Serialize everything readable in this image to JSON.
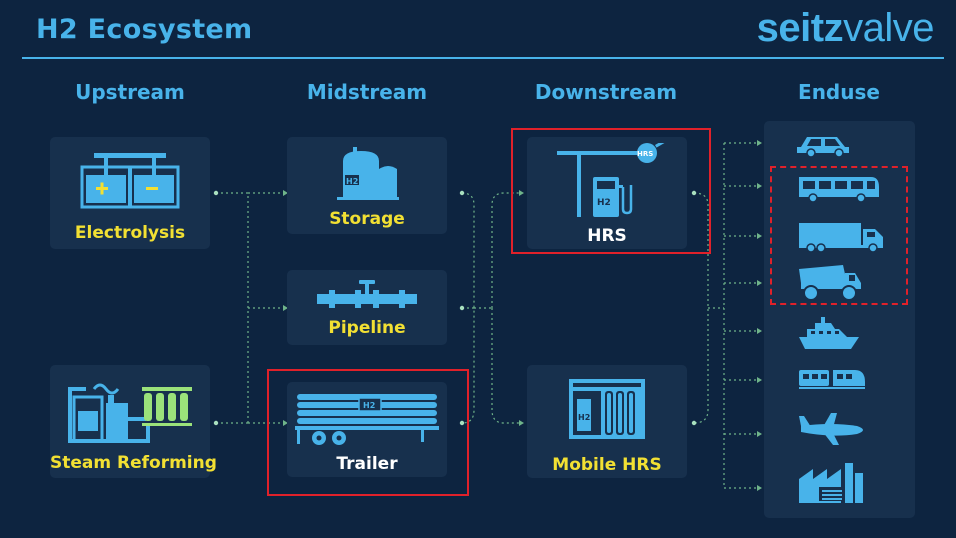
{
  "title": "H2 Ecosystem",
  "logo": {
    "bold": "seitz",
    "light": "valve"
  },
  "columns": {
    "upstream": "Upstream",
    "midstream": "Midstream",
    "downstream": "Downstream",
    "enduse": "Enduse"
  },
  "nodes": {
    "electrolysis": "Electrolysis",
    "steam_reforming": "Steam Reforming",
    "storage": "Storage",
    "pipeline": "Pipeline",
    "trailer": "Trailer",
    "hrs": "HRS",
    "mobile_hrs": "Mobile HRS"
  },
  "icon_text": {
    "h2": "H2",
    "hrs_sign": "HRS"
  },
  "enduse_items": [
    "car-icon",
    "bus-icon",
    "truck-icon",
    "dump-truck-icon",
    "ship-icon",
    "train-icon",
    "airplane-icon",
    "factory-icon"
  ],
  "highlighted": [
    "hrs",
    "trailer",
    "bus-icon",
    "truck-icon",
    "dump-truck-icon"
  ],
  "colors": {
    "background": "#0d2440",
    "card": "#17304d",
    "accent_blue": "#48b3ea",
    "label_yellow": "#f2e033",
    "highlight_red": "#e0212a"
  }
}
